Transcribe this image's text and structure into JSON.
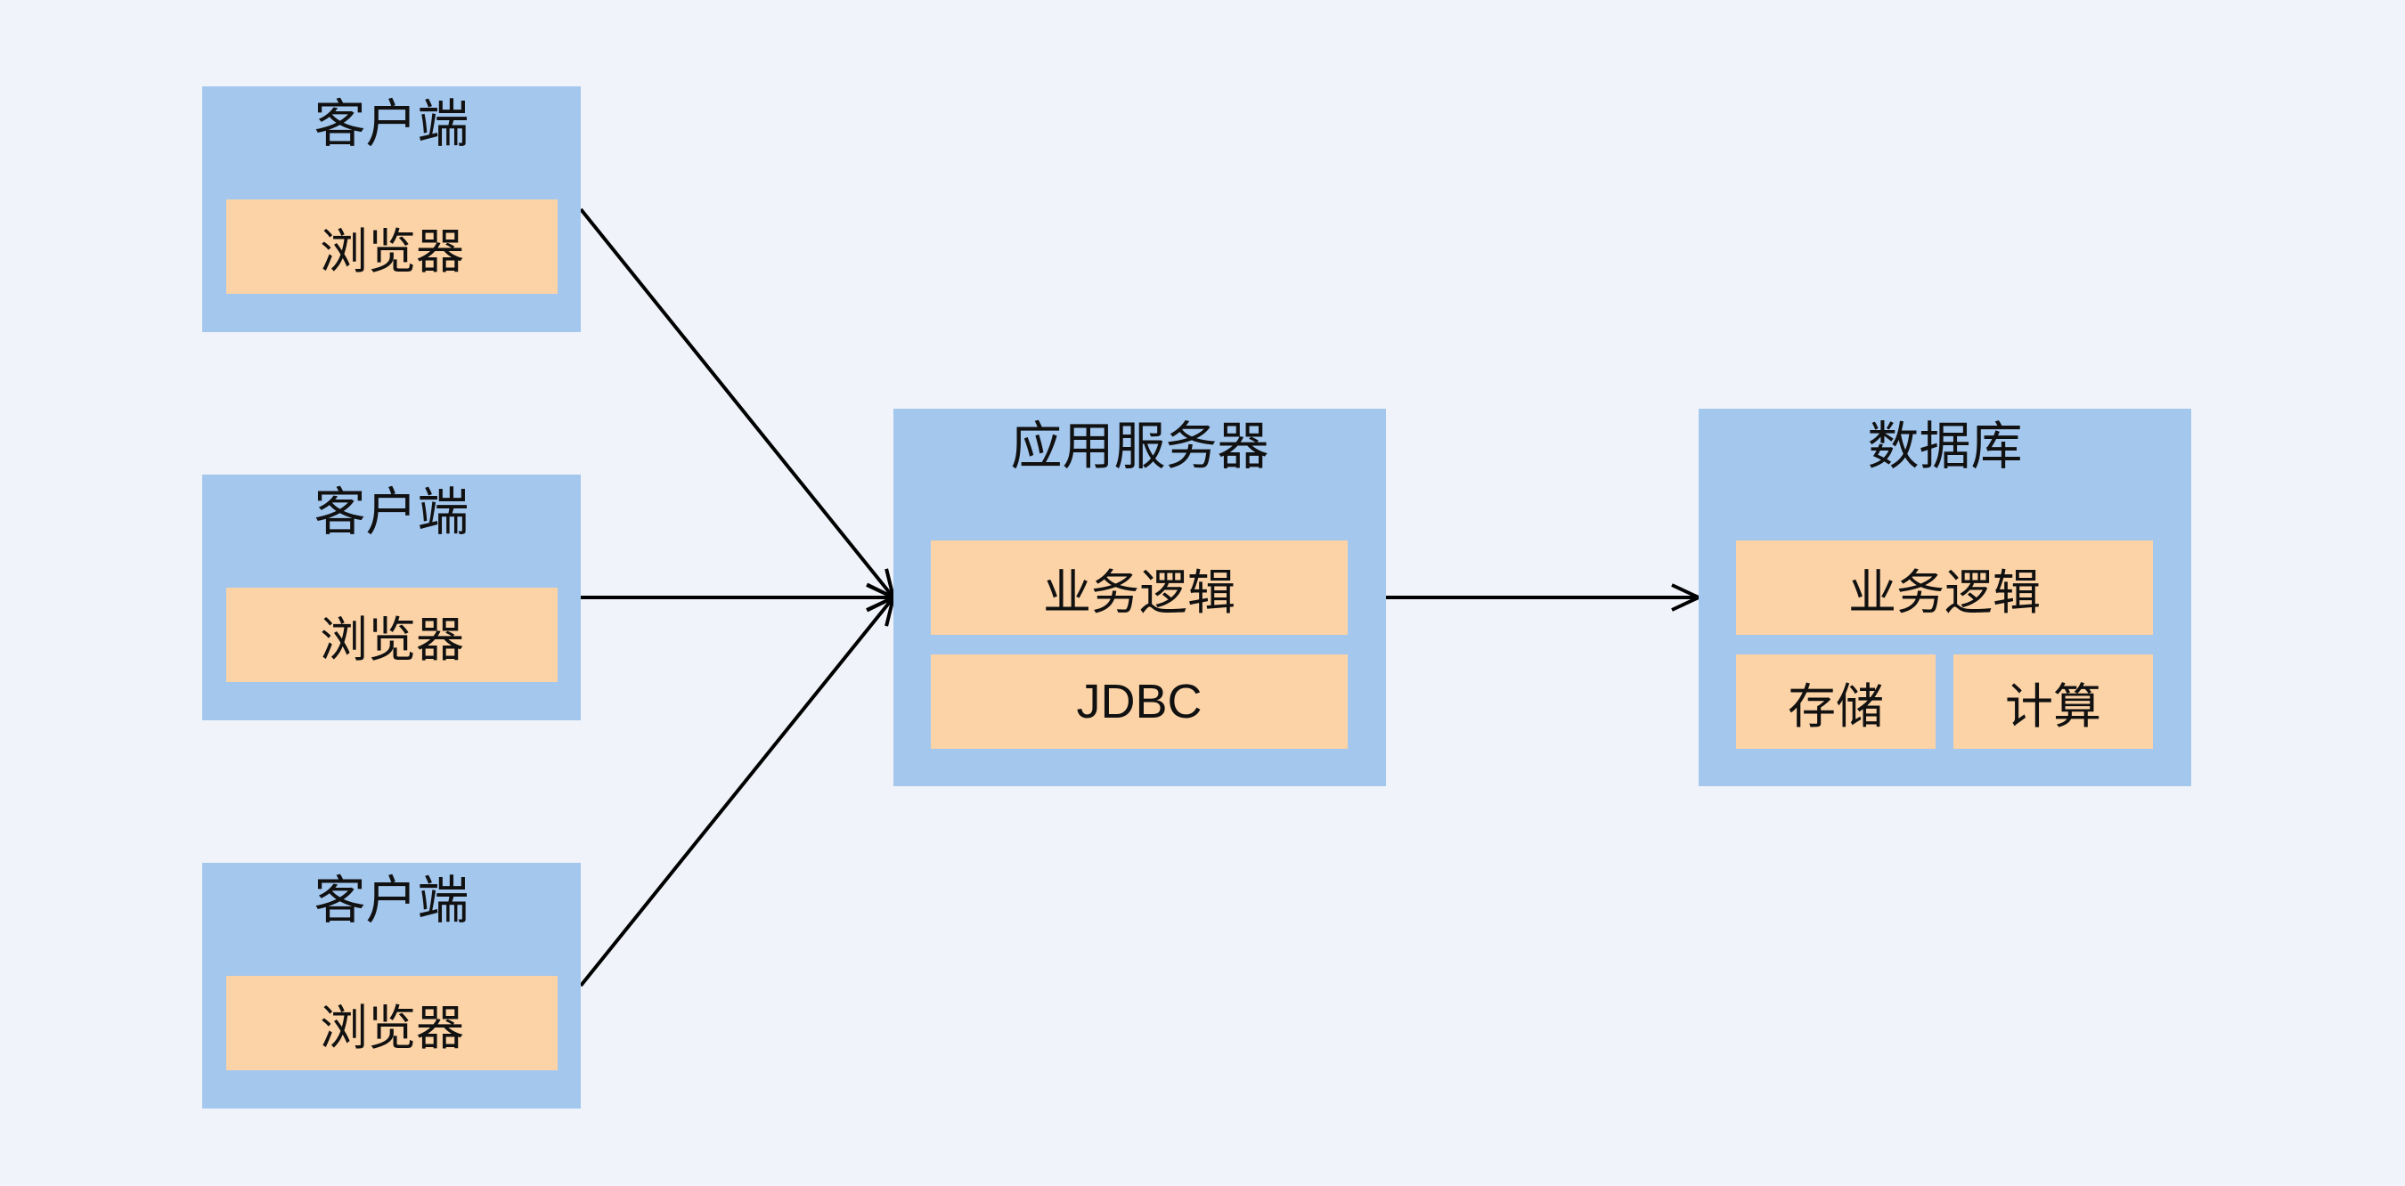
{
  "colors": {
    "bg": "#F0F4FA",
    "box_blue": "#A4C7EE",
    "box_orange": "#FCD3A6",
    "line": "#000000",
    "text": "#111111"
  },
  "diagram": {
    "clients": [
      {
        "title": "客户端",
        "module": "浏览器"
      },
      {
        "title": "客户端",
        "module": "浏览器"
      },
      {
        "title": "客户端",
        "module": "浏览器"
      }
    ],
    "app_server": {
      "title": "应用服务器",
      "modules": [
        "业务逻辑",
        "JDBC"
      ]
    },
    "database": {
      "title": "数据库",
      "module": "业务逻辑",
      "submodules": [
        "存储",
        "计算"
      ]
    },
    "edges": [
      {
        "from": "client-1",
        "to": "app-server"
      },
      {
        "from": "client-2",
        "to": "app-server"
      },
      {
        "from": "client-3",
        "to": "app-server"
      },
      {
        "from": "app-server",
        "to": "database"
      }
    ]
  }
}
